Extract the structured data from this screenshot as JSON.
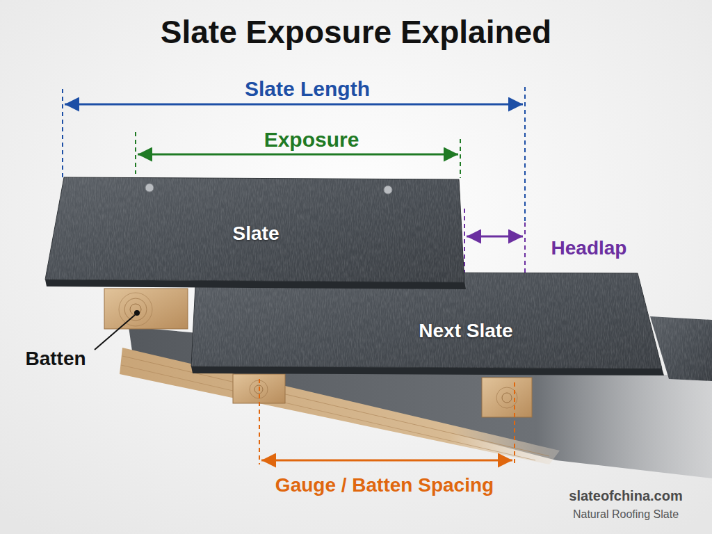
{
  "diagram": {
    "title": "Slate Exposure Explained",
    "nodes": [
      {
        "text": [
          "Slate"
        ]
      },
      {
        "text": [
          "Next Slate"
        ]
      }
    ],
    "labels": [
      "Slate Length",
      "Exposure",
      "Headlap",
      "Batten",
      "Gauge / Batten Spacing",
      "slateofchina.com",
      "Natural Roofing Slate"
    ]
  }
}
